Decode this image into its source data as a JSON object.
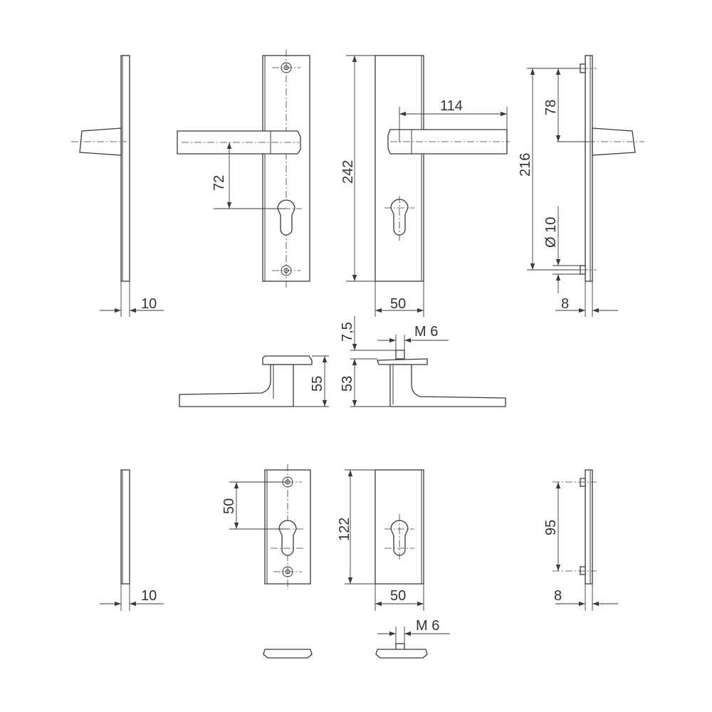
{
  "dimensions": {
    "d10_top": "10",
    "d72": "72",
    "d242": "242",
    "d114": "114",
    "d50_top": "50",
    "d216": "216",
    "d78": "78",
    "d_o10": "Ø 10",
    "d8_top": "8",
    "d7_5": "7,5",
    "d_m6_top": "M 6",
    "d55": "55",
    "d53": "53",
    "d10_bottom": "10",
    "d50_escutcheon": "50",
    "d122": "122",
    "d50_bottom": "50",
    "d95": "95",
    "d8_bottom": "8",
    "d_m6_bottom": "M 6"
  }
}
